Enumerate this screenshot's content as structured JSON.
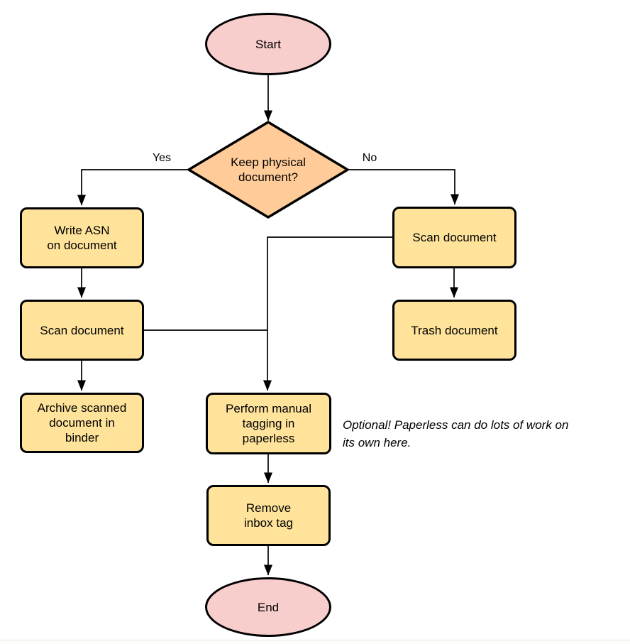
{
  "diagram_type": "flowchart",
  "colors": {
    "terminal_fill": "#f8cecc",
    "decision_fill": "#ffcc99",
    "process_fill": "#ffe39b",
    "stroke": "#000000",
    "background": "#ffffff"
  },
  "nodes": {
    "start": {
      "label": "Start",
      "shape": "ellipse"
    },
    "decision_keep_physical": {
      "label": "Keep physical\ndocument?",
      "shape": "diamond"
    },
    "write_asn": {
      "label": "Write ASN\non document",
      "shape": "process"
    },
    "scan_document_left": {
      "label": "Scan document",
      "shape": "process"
    },
    "archive_binder": {
      "label": "Archive scanned\ndocument in\nbinder",
      "shape": "process"
    },
    "scan_document_right": {
      "label": "Scan document",
      "shape": "process"
    },
    "trash_document": {
      "label": "Trash document",
      "shape": "process"
    },
    "manual_tagging": {
      "label": "Perform manual\ntagging in\npaperless",
      "shape": "process"
    },
    "remove_inbox_tag": {
      "label": "Remove\ninbox tag",
      "shape": "process"
    },
    "end": {
      "label": "End",
      "shape": "ellipse"
    }
  },
  "edge_labels": {
    "yes": "Yes",
    "no": "No"
  },
  "edges": [
    {
      "from": "start",
      "to": "decision_keep_physical",
      "label": ""
    },
    {
      "from": "decision_keep_physical",
      "to": "write_asn",
      "label": "Yes"
    },
    {
      "from": "decision_keep_physical",
      "to": "scan_document_right",
      "label": "No"
    },
    {
      "from": "write_asn",
      "to": "scan_document_left",
      "label": ""
    },
    {
      "from": "scan_document_left",
      "to": "archive_binder",
      "label": ""
    },
    {
      "from": "scan_document_left",
      "to": "manual_tagging",
      "label": ""
    },
    {
      "from": "scan_document_right",
      "to": "trash_document",
      "label": ""
    },
    {
      "from": "scan_document_right",
      "to": "manual_tagging",
      "label": ""
    },
    {
      "from": "manual_tagging",
      "to": "remove_inbox_tag",
      "label": ""
    },
    {
      "from": "remove_inbox_tag",
      "to": "end",
      "label": ""
    }
  ],
  "annotation": {
    "text": "Optional! Paperless can do lots of work on\nits own here."
  }
}
